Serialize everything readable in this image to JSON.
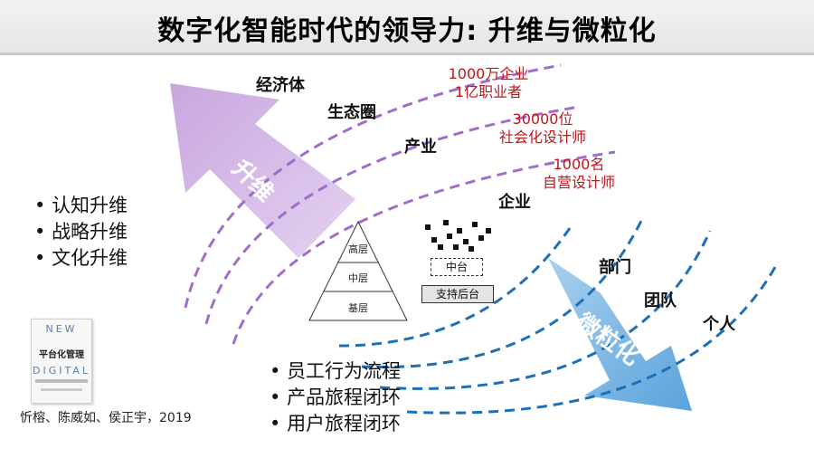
{
  "title": "数字化智能时代的领导力: 升维与微粒化",
  "arrows": {
    "up_label": "升维",
    "down_label": "微粒化",
    "up_color": "#d3b7e6",
    "down_color": "#7fb7e2"
  },
  "levels": [
    "经济体",
    "生态圈",
    "产业",
    "企业",
    "部门",
    "团队",
    "个人"
  ],
  "annotations": [
    [
      "1000万企业",
      "1亿职业者"
    ],
    [
      "30000位",
      "社会化设计师"
    ],
    [
      "1000名",
      "自营设计师"
    ]
  ],
  "left_bullets": [
    "认知升维",
    "战略升维",
    "文化升维"
  ],
  "bottom_bullets": [
    "员工行为流程",
    "产品旅程闭环",
    "用户旅程闭环"
  ],
  "pyramid": [
    "高层",
    "中层",
    "基层"
  ],
  "platform": {
    "middle": "中台",
    "support": "支持后台"
  },
  "book": {
    "line1": "NEW",
    "line2": "平台化管理",
    "line3": "DIGITAL"
  },
  "caption": "忻榕、陈威如、侯正宇，2019",
  "colors": {
    "purple_arc": "#a06dc8",
    "blue_arc": "#1f6fb4",
    "red_text": "#c0161c"
  }
}
